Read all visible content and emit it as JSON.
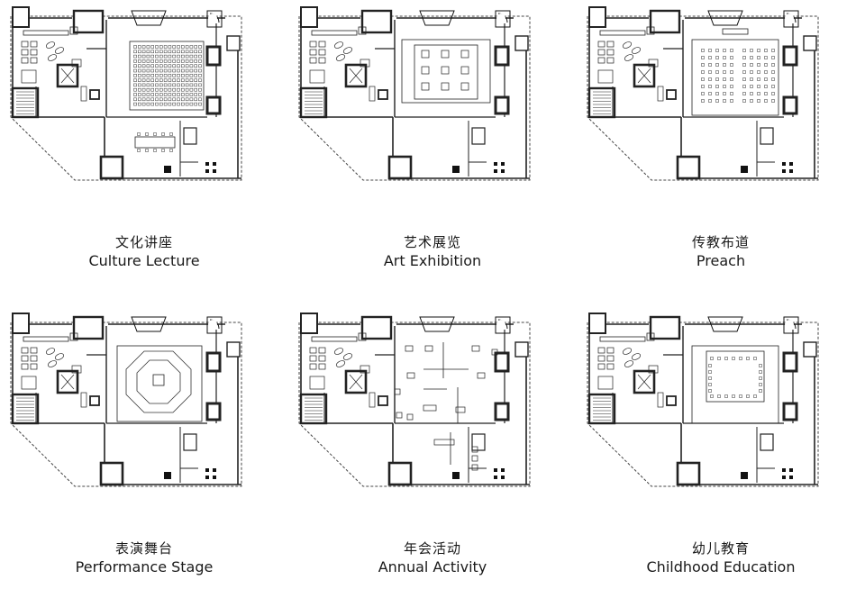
{
  "plans": [
    {
      "cn": "文化讲座",
      "en": "Culture Lecture",
      "layout": "lecture"
    },
    {
      "cn": "艺术展览",
      "en": "Art Exhibition",
      "layout": "exhibition"
    },
    {
      "cn": "传教布道",
      "en": "Preach",
      "layout": "preach"
    },
    {
      "cn": "表演舞台",
      "en": "Performance Stage",
      "layout": "stage"
    },
    {
      "cn": "年会活动",
      "en": "Annual Activity",
      "layout": "annual"
    },
    {
      "cn": "幼儿教育",
      "en": "Childhood Education",
      "layout": "childhood"
    }
  ]
}
